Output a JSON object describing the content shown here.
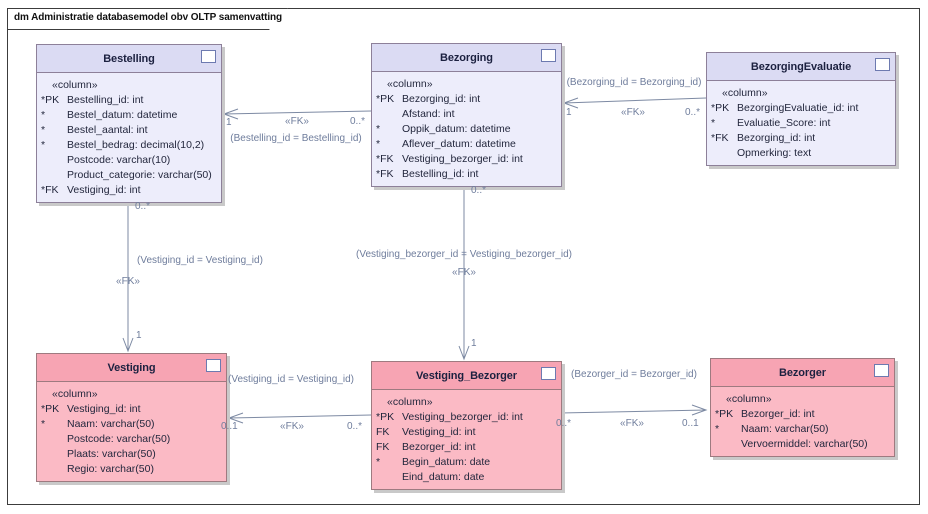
{
  "frame": {
    "title": "dm Administratie databasemodel obv OLTP samenvatting"
  },
  "entity_icon": "table-icon",
  "colors": {
    "blue_header": "#dbdbf3",
    "blue_body": "#ededfb",
    "blue_border": "#8d8099",
    "pink_header": "#f7a4b3",
    "pink_body": "#fbbac5",
    "pink_border": "#9e7a80",
    "connector": "#7d8aa3",
    "label_text": "#6f7d9c",
    "attribute_text": "#23273d"
  },
  "entities": [
    {
      "name": "Bestelling",
      "stereotype": "«column»",
      "theme": "blue",
      "attributes": [
        {
          "prefix": "*PK",
          "text": "Bestelling_id: int"
        },
        {
          "prefix": "*",
          "text": "Bestel_datum: datetime"
        },
        {
          "prefix": "*",
          "text": "Bestel_aantal: int"
        },
        {
          "prefix": "*",
          "text": "Bestel_bedrag: decimal(10,2)"
        },
        {
          "prefix": "",
          "text": "Postcode: varchar(10)"
        },
        {
          "prefix": "",
          "text": "Product_categorie: varchar(50)"
        },
        {
          "prefix": "*FK",
          "text": "Vestiging_id: int"
        }
      ]
    },
    {
      "name": "Bezorging",
      "stereotype": "«column»",
      "theme": "blue",
      "attributes": [
        {
          "prefix": "*PK",
          "text": "Bezorging_id: int"
        },
        {
          "prefix": "",
          "text": "Afstand: int"
        },
        {
          "prefix": "*",
          "text": "Oppik_datum: datetime"
        },
        {
          "prefix": "*",
          "text": "Aflever_datum: datetime"
        },
        {
          "prefix": "*FK",
          "text": "Vestiging_bezorger_id: int"
        },
        {
          "prefix": "*FK",
          "text": "Bestelling_id: int"
        }
      ]
    },
    {
      "name": "BezorgingEvaluatie",
      "stereotype": "«column»",
      "theme": "blue",
      "attributes": [
        {
          "prefix": "*PK",
          "text": "BezorgingEvaluatie_id: int"
        },
        {
          "prefix": "*",
          "text": "Evaluatie_Score: int"
        },
        {
          "prefix": "*FK",
          "text": "Bezorging_id: int"
        },
        {
          "prefix": "",
          "text": "Opmerking: text"
        }
      ]
    },
    {
      "name": "Vestiging",
      "stereotype": "«column»",
      "theme": "pink",
      "attributes": [
        {
          "prefix": "*PK",
          "text": "Vestiging_id: int"
        },
        {
          "prefix": "*",
          "text": "Naam: varchar(50)"
        },
        {
          "prefix": "",
          "text": "Postcode: varchar(50)"
        },
        {
          "prefix": "",
          "text": "Plaats: varchar(50)"
        },
        {
          "prefix": "",
          "text": "Regio: varchar(50)"
        }
      ]
    },
    {
      "name": "Vestiging_Bezorger",
      "stereotype": "«column»",
      "theme": "pink",
      "attributes": [
        {
          "prefix": "*PK",
          "text": "Vestiging_bezorger_id: int"
        },
        {
          "prefix": "FK",
          "text": "Vestiging_id: int"
        },
        {
          "prefix": "FK",
          "text": "Bezorger_id: int"
        },
        {
          "prefix": "*",
          "text": "Begin_datum: date"
        },
        {
          "prefix": "",
          "text": "Eind_datum: date"
        }
      ]
    },
    {
      "name": "Bezorger",
      "stereotype": "«column»",
      "theme": "pink",
      "attributes": [
        {
          "prefix": "*PK",
          "text": "Bezorger_id: int"
        },
        {
          "prefix": "*",
          "text": "Naam: varchar(50)"
        },
        {
          "prefix": "",
          "text": "Vervoermiddel: varchar(50)"
        }
      ]
    }
  ],
  "connectors": [
    {
      "stereotype": "«FK»",
      "constraint": "(Bestelling_id = Bestelling_id)",
      "target_mult": "1",
      "source_mult": "0..*"
    },
    {
      "stereotype": "«FK»",
      "constraint": "(Bezorging_id = Bezorging_id)",
      "target_mult": "1",
      "source_mult": "0..*"
    },
    {
      "stereotype": "«FK»",
      "constraint": "(Vestiging_id = Vestiging_id)",
      "target_mult": "1",
      "source_mult": "0..*"
    },
    {
      "stereotype": "«FK»",
      "constraint": "(Vestiging_bezorger_id = Vestiging_bezorger_id)",
      "target_mult": "1",
      "source_mult": "0..*"
    },
    {
      "stereotype": "«FK»",
      "constraint": "(Vestiging_id = Vestiging_id)",
      "target_mult": "0..1",
      "source_mult": "0..*"
    },
    {
      "stereotype": "«FK»",
      "constraint": "(Bezorger_id = Bezorger_id)",
      "target_mult": "0..1",
      "source_mult": "0..*"
    }
  ]
}
